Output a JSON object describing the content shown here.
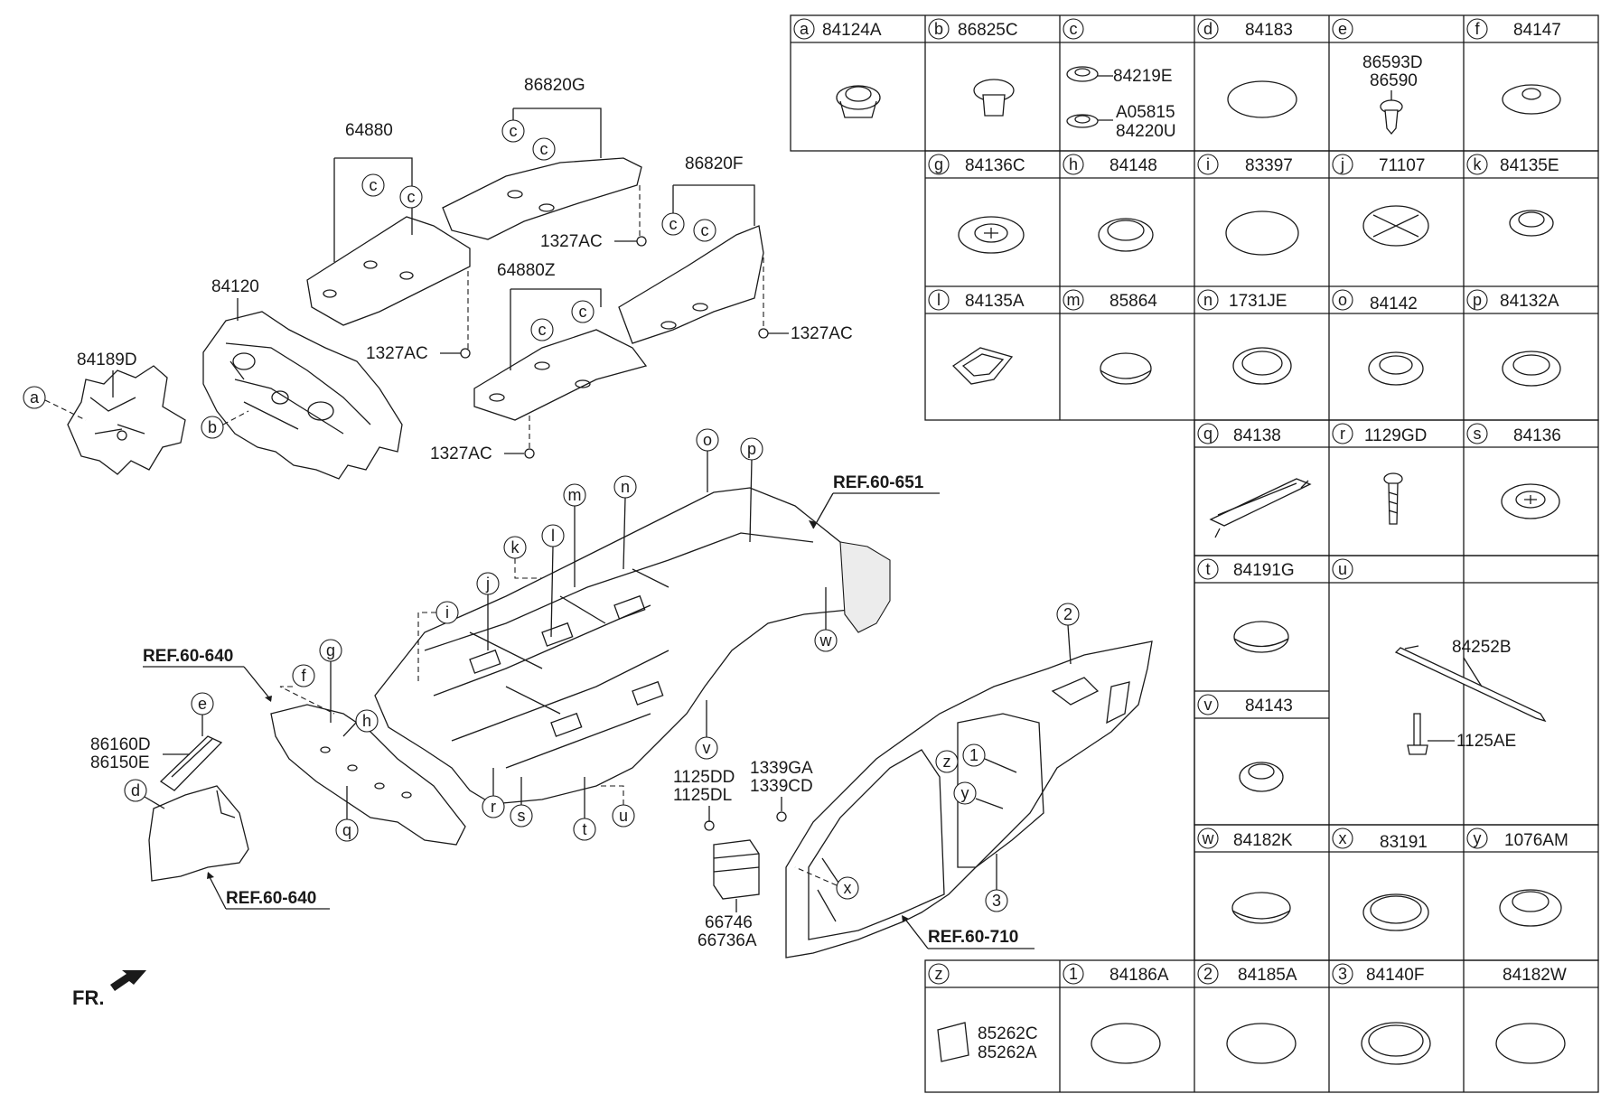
{
  "diagram": {
    "front_label": "FR.",
    "refs": [
      {
        "id": "ref_651",
        "text": "REF.60-651"
      },
      {
        "id": "ref_640a",
        "text": "REF.60-640"
      },
      {
        "id": "ref_640b",
        "text": "REF.60-640"
      },
      {
        "id": "ref_710",
        "text": "REF.60-710"
      }
    ],
    "part_labels": {
      "p86820G": "86820G",
      "p64880": "64880",
      "p86820F": "86820F",
      "p64880Z": "64880Z",
      "p84120": "84120",
      "p84189D": "84189D",
      "p1327AC_1": "1327AC",
      "p1327AC_2": "1327AC",
      "p1327AC_3": "1327AC",
      "p1327AC_4": "1327AC",
      "p86160D": "86160D",
      "p86150E": "86150E",
      "p1125DD": "1125DD",
      "p1125DL": "1125DL",
      "p1339GA": "1339GA",
      "p1339CD": "1339CD",
      "p66746": "66746",
      "p66736A": "66736A"
    },
    "callouts": {
      "a": "a",
      "b": "b",
      "c": "c",
      "d": "d",
      "e": "e",
      "f": "f",
      "g": "g",
      "h": "h",
      "i": "i",
      "j": "j",
      "k": "k",
      "l": "l",
      "m": "m",
      "n": "n",
      "o": "o",
      "p": "p",
      "q": "q",
      "r": "r",
      "s": "s",
      "t": "t",
      "u": "u",
      "v": "v",
      "w": "w",
      "x": "x",
      "y": "y",
      "z": "z",
      "n1": "1",
      "n2": "2",
      "n3": "3"
    }
  },
  "table": {
    "cells": [
      {
        "letter": "a",
        "part": "84124A"
      },
      {
        "letter": "b",
        "part": "86825C"
      },
      {
        "letter": "c",
        "part": "",
        "sub": [
          "84219E",
          "A05815",
          "84220U"
        ]
      },
      {
        "letter": "d",
        "part": "84183"
      },
      {
        "letter": "e",
        "part": "",
        "sub": [
          "86593D",
          "86590"
        ]
      },
      {
        "letter": "f",
        "part": "84147"
      },
      {
        "letter": "g",
        "part": "84136C"
      },
      {
        "letter": "h",
        "part": "84148"
      },
      {
        "letter": "i",
        "part": "83397"
      },
      {
        "letter": "j",
        "part": "71107"
      },
      {
        "letter": "k",
        "part": "84135E"
      },
      {
        "letter": "l",
        "part": "84135A"
      },
      {
        "letter": "m",
        "part": "85864"
      },
      {
        "letter": "n",
        "part": "1731JE"
      },
      {
        "letter": "o",
        "part": "84142"
      },
      {
        "letter": "p",
        "part": "84132A"
      },
      {
        "letter": "q",
        "part": "84138"
      },
      {
        "letter": "r",
        "part": "1129GD"
      },
      {
        "letter": "s",
        "part": "84136"
      },
      {
        "letter": "t",
        "part": "84191G"
      },
      {
        "letter": "u",
        "part": "",
        "sub": [
          "84252B",
          "1125AE"
        ]
      },
      {
        "letter": "v",
        "part": "84143"
      },
      {
        "letter": "w",
        "part": "84182K"
      },
      {
        "letter": "x",
        "part": "83191"
      },
      {
        "letter": "y",
        "part": "1076AM"
      },
      {
        "letter": "z",
        "part": "",
        "sub": [
          "85262C",
          "85262A"
        ]
      },
      {
        "letter": "1",
        "part": "84186A"
      },
      {
        "letter": "2",
        "part": "84185A"
      },
      {
        "letter": "3",
        "part": "84140F"
      },
      {
        "letter": "",
        "part": "84182W"
      }
    ]
  }
}
